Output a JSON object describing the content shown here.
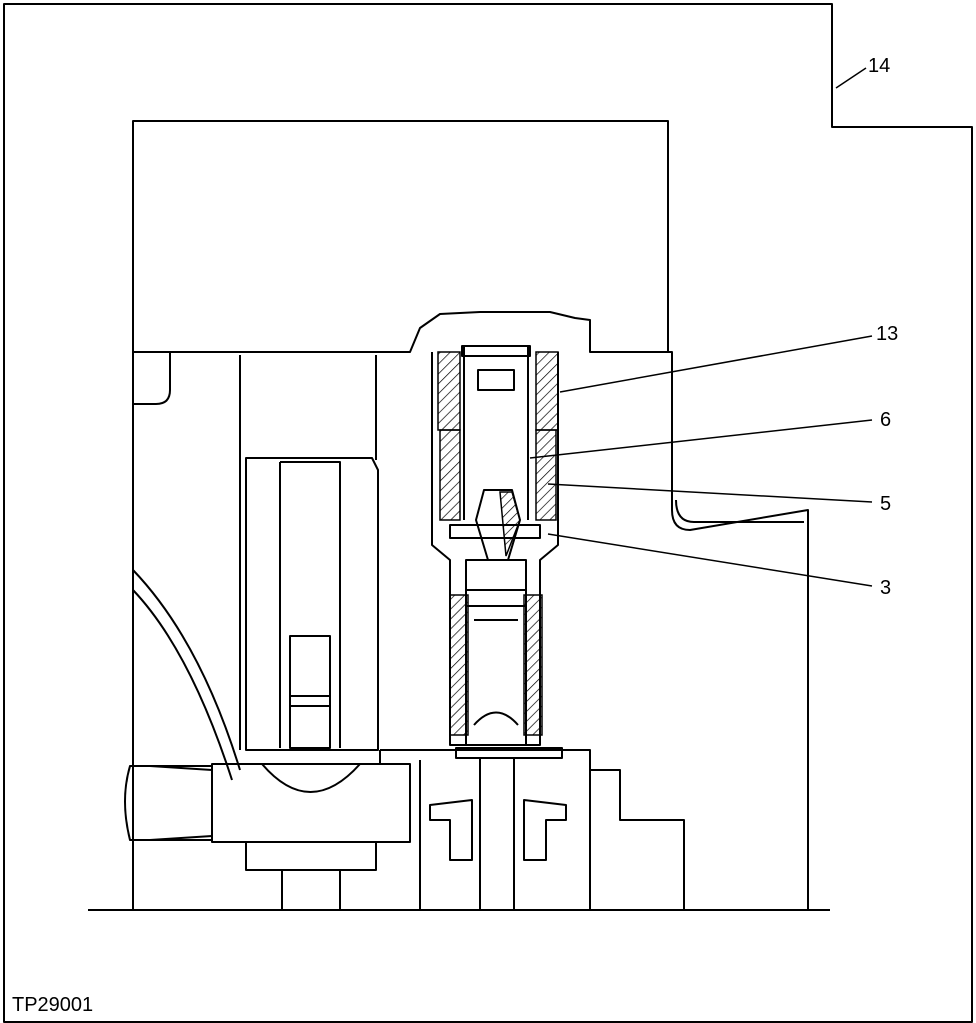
{
  "figure": {
    "id": "TP29001",
    "callouts": [
      {
        "key": "c14",
        "text": "14"
      },
      {
        "key": "c13",
        "text": "13"
      },
      {
        "key": "c6",
        "text": "6"
      },
      {
        "key": "c5",
        "text": "5"
      },
      {
        "key": "c3",
        "text": "3"
      }
    ]
  }
}
